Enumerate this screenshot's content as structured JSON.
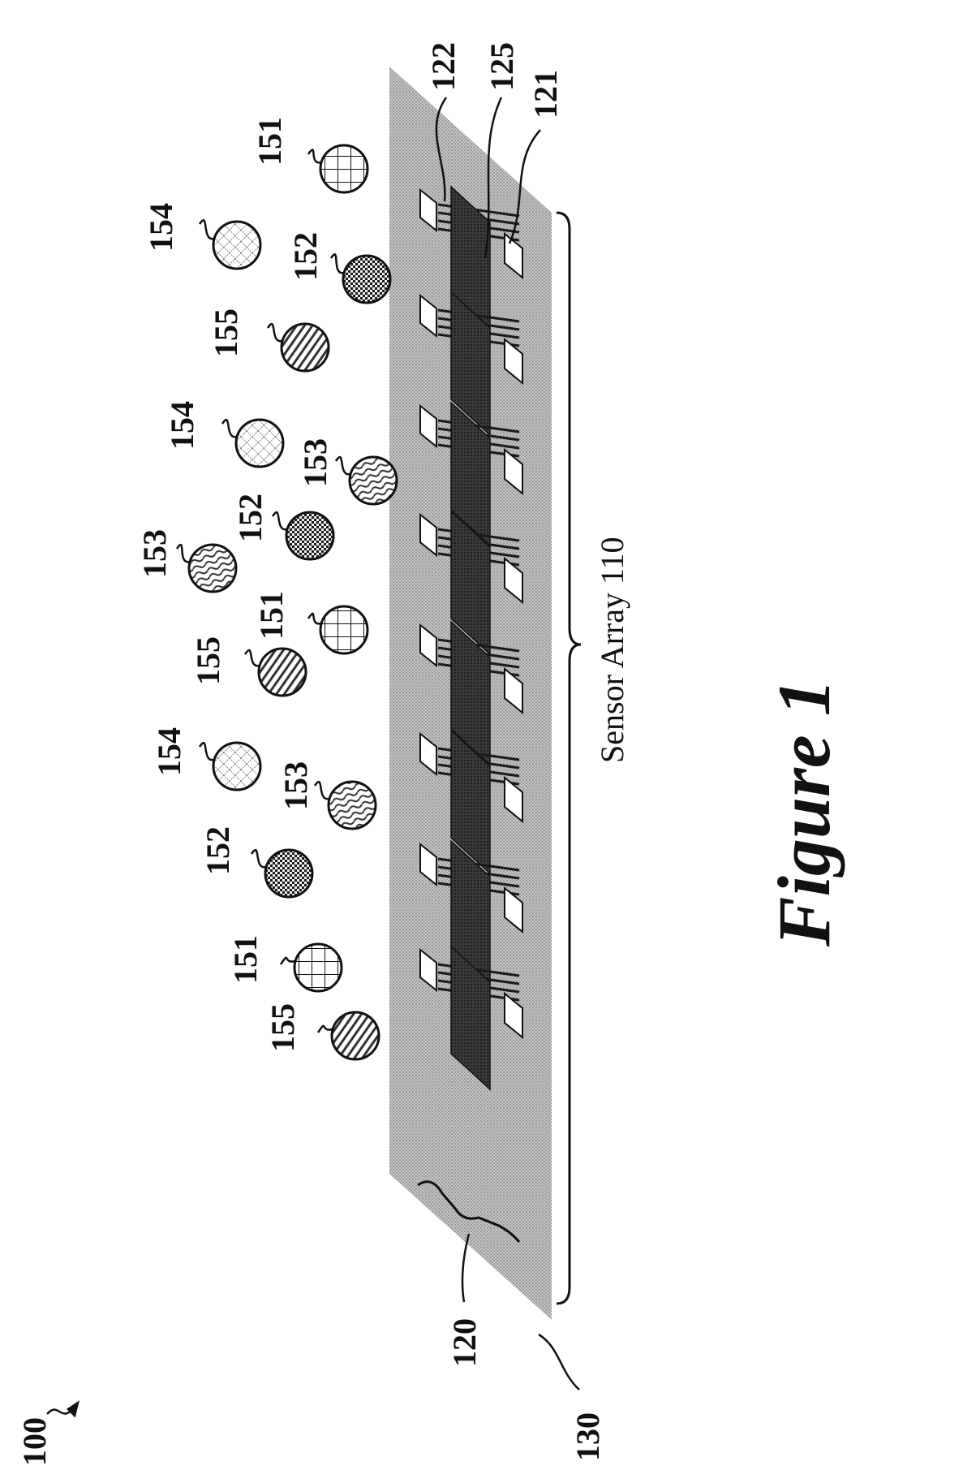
{
  "figure": {
    "title": "Figure 1",
    "device_label": "100",
    "sensor_array_label": "Sensor Array 110",
    "references": {
      "substrate": "130",
      "sensor_unit": "120",
      "top_electrode": "122",
      "sensing_element": "125",
      "bottom_electrode": "121"
    },
    "particles": [
      {
        "label": "155",
        "pattern": "diagonal-stripes"
      },
      {
        "label": "151",
        "pattern": "grid"
      },
      {
        "label": "152",
        "pattern": "dense-checker"
      },
      {
        "label": "153",
        "pattern": "wavy-lines"
      },
      {
        "label": "154",
        "pattern": "diamond-lattice"
      },
      {
        "label": "155",
        "pattern": "diagonal-stripes"
      },
      {
        "label": "151",
        "pattern": "grid"
      },
      {
        "label": "153",
        "pattern": "wavy-lines"
      },
      {
        "label": "152",
        "pattern": "dense-checker"
      },
      {
        "label": "153",
        "pattern": "wavy-lines"
      },
      {
        "label": "154",
        "pattern": "diamond-lattice"
      },
      {
        "label": "155",
        "pattern": "diagonal-stripes"
      },
      {
        "label": "152",
        "pattern": "dense-checker"
      },
      {
        "label": "154",
        "pattern": "diamond-lattice"
      },
      {
        "label": "151",
        "pattern": "grid"
      }
    ],
    "colors": {
      "substrate": "#b3b3b3",
      "sensing_element": "#3a3a3a",
      "electrode": "#ffffff",
      "ink": "#111111"
    }
  }
}
